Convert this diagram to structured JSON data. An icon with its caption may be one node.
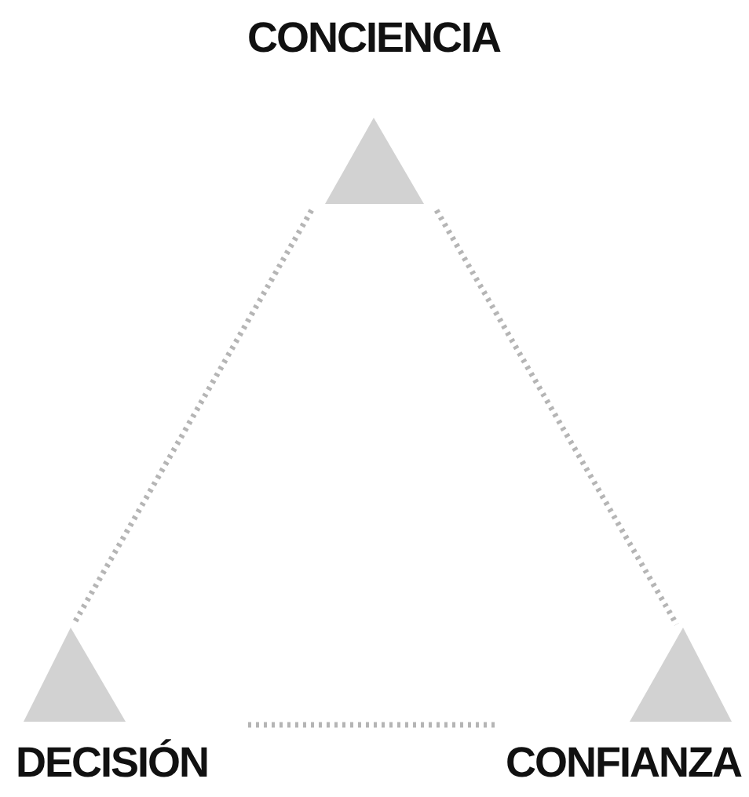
{
  "diagram": {
    "nodes": [
      {
        "text": [
          "CONCIENCIA"
        ]
      },
      {
        "text": [
          "DECISIÓN"
        ]
      },
      {
        "text": [
          "CONFIANZA"
        ]
      }
    ],
    "edges": [
      {
        "from": 0,
        "to": 1,
        "arrow": "none",
        "style": "dashed"
      },
      {
        "from": 1,
        "to": 2,
        "arrow": "none",
        "style": "dashed"
      },
      {
        "from": 0,
        "to": 2,
        "arrow": "none",
        "style": "dashed"
      }
    ]
  }
}
